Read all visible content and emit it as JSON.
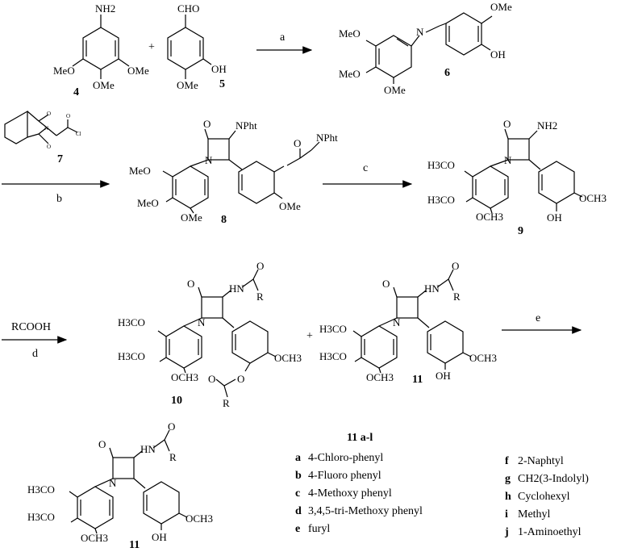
{
  "compounds": {
    "c4": {
      "number": "4",
      "labels": [
        "NH2",
        "MeO",
        "OMe",
        "OMe"
      ]
    },
    "c5": {
      "number": "5",
      "labels": [
        "CHO",
        "OH",
        "OMe"
      ]
    },
    "c6": {
      "number": "6",
      "labels": [
        "OMe",
        "MeO",
        "N",
        "OH",
        "MeO",
        "OMe"
      ]
    },
    "c7": {
      "number": "7",
      "labels": [
        "O",
        "N",
        "O",
        "Cl",
        "O"
      ]
    },
    "c8": {
      "number": "8",
      "labels": [
        "O",
        "NPht",
        "N",
        "NPht",
        "O",
        "MeO",
        "MeO",
        "OMe",
        "OMe"
      ]
    },
    "c9": {
      "number": "9",
      "labels": [
        "O",
        "NH2",
        "N",
        "H3CO",
        "H3CO",
        "OCH3",
        "OH",
        "OCH3"
      ]
    },
    "c10": {
      "number": "10",
      "labels": [
        "O",
        "HN",
        "O",
        "R",
        "N",
        "H3CO",
        "H3CO",
        "OCH3",
        "OCH3",
        "O",
        "O",
        "R"
      ]
    },
    "c11a": {
      "number": "11",
      "labels": [
        "O",
        "HN",
        "O",
        "R",
        "N",
        "H3CO",
        "H3CO",
        "OCH3",
        "OH",
        "OCH3"
      ]
    },
    "c11b": {
      "number": "11",
      "labels": [
        "O",
        "HN",
        "O",
        "R",
        "N",
        "H3CO",
        "H3CO",
        "OCH3",
        "OH",
        "OCH3"
      ]
    }
  },
  "plus_signs": [
    "+",
    "+"
  ],
  "steps": {
    "a": {
      "label": "a"
    },
    "b": {
      "label": "b"
    },
    "c": {
      "label": "c"
    },
    "d": {
      "label": "d",
      "reagent": "RCOOH"
    },
    "e": {
      "label": "e"
    }
  },
  "legend": {
    "title": "11 a-l",
    "col1": [
      {
        "key": "a",
        "text": "4-Chloro-phenyl"
      },
      {
        "key": "b",
        "text": "4-Fluoro phenyl"
      },
      {
        "key": "c",
        "text": "4-Methoxy phenyl"
      },
      {
        "key": "d",
        "text": "3,4,5-tri-Methoxy phenyl"
      },
      {
        "key": "e",
        "text": "furyl"
      }
    ],
    "col2": [
      {
        "key": "f",
        "text": "2-Naphtyl"
      },
      {
        "key": "g",
        "text": "CH2(3-Indolyl)"
      },
      {
        "key": "h",
        "text": "Cyclohexyl"
      },
      {
        "key": "i",
        "text": "Methyl"
      },
      {
        "key": "j",
        "text": "1-Aminoethyl"
      }
    ]
  }
}
